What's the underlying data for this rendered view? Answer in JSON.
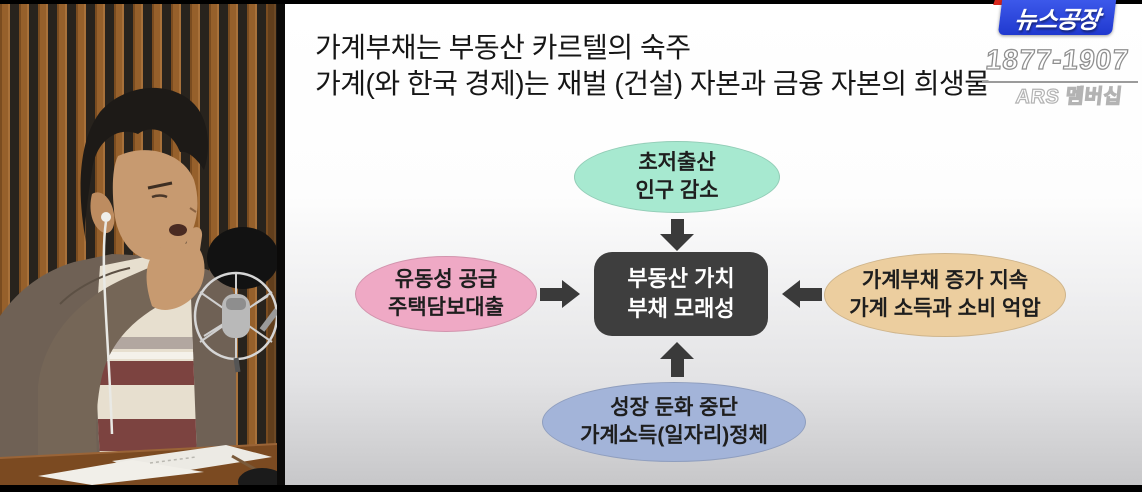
{
  "overlay": {
    "logo_text": "뉴스공장",
    "phone_number": "1877-1907",
    "membership_label": "ARS 멤버십",
    "logo_bg_color": "#2a46d8",
    "logo_accent_color": "#d8281d"
  },
  "slide": {
    "title_line1": "가계부채는 부동산 카르텔의 숙주",
    "title_line2": "가계(와 한국 경제)는 재벌 (건설) 자본과 금융 자본의 희생물"
  },
  "diagram": {
    "arrow_color": "#3a3a3a",
    "center": {
      "line1": "부동산 가치",
      "line2": "부채 모래성",
      "bg_color": "#3e3e3e",
      "text_color": "#ffffff"
    },
    "top": {
      "line1": "초저출산",
      "line2": "인구 감소",
      "bg_color": "#a7e9d0"
    },
    "left": {
      "line1": "유동성 공급",
      "line2": "주택담보대출",
      "bg_color": "#efa9c5"
    },
    "right": {
      "line1": "가계부채 증가 지속",
      "line2": "가계 소득과 소비 억압",
      "bg_color": "#ecce9f"
    },
    "bottom": {
      "line1": "성장 둔화 중단",
      "line2": "가계소득(일자리)정체",
      "bg_color": "#a3b4d9"
    }
  }
}
